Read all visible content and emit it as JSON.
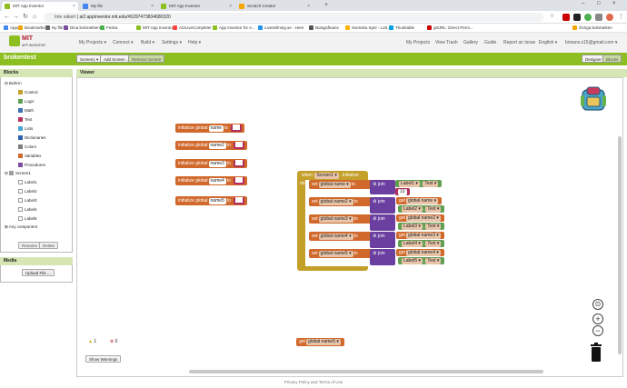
{
  "browser": {
    "tabs": [
      {
        "label": "MIT App Inventor",
        "active": true
      },
      {
        "label": "My file",
        "active": false
      },
      {
        "label": "MIT App Inventor",
        "active": false
      },
      {
        "label": "Scratch Creator",
        "active": false
      }
    ],
    "new_tab": "+",
    "url_security": "Inte säkert",
    "url": "ai2.appinventor.mit.edu/#6297473834680320",
    "bookmarks": [
      "Appar",
      "Bookmarks",
      "Ny flik",
      "Dina bokmärken -",
      "Feska",
      "MIT App Inventor 2",
      "AI2LiveComplete!",
      "App Inventor for A...",
      "Livestrilning.se - Hem",
      "Bolagsfinans",
      "Svenska Spel - Lott...",
      "Thunkable",
      "gitURL: Direct Perm...",
      "Övriga bokmärken"
    ]
  },
  "app": {
    "logo_top": "MIT",
    "logo_bottom": "APP INVENTOR",
    "menus": [
      "My Projects",
      "Connect",
      "Build",
      "Settings",
      "Help"
    ],
    "right_menus": [
      "My Projects",
      "View Trash",
      "Gallery",
      "Guide",
      "Report an Issue",
      "English",
      "brisans.s15@gmail.com"
    ],
    "project_name": "brokentest",
    "screen_btn": "Screen1 ▾",
    "add_screen": "Add Screen ...",
    "remove_screen": "Remove Screen",
    "designer": "Designer",
    "blocks_btn": "Blocks"
  },
  "blocks_panel": {
    "title": "Blocks",
    "builtin": "Built-in",
    "builtin_items": [
      {
        "label": "Control",
        "color": "#c4a02b"
      },
      {
        "label": "Logic",
        "color": "#60a053"
      },
      {
        "label": "Math",
        "color": "#3f71b5"
      },
      {
        "label": "Text",
        "color": "#b32d5e"
      },
      {
        "label": "Lists",
        "color": "#49a6d4"
      },
      {
        "label": "Dictionaries",
        "color": "#2d5faf"
      },
      {
        "label": "Colors",
        "color": "#7d7d7d"
      },
      {
        "label": "Variables",
        "color": "#d0692b"
      },
      {
        "label": "Procedures",
        "color": "#7b4ca0"
      }
    ],
    "screen": "Screen1",
    "screen_items": [
      "Label1",
      "Label2",
      "Label3",
      "Label4",
      "Label5"
    ],
    "any_component": "Any component",
    "rename": "Rename",
    "delete": "Delete"
  },
  "media": {
    "title": "Media",
    "upload": "Upload File ..."
  },
  "viewer": {
    "title": "Viewer",
    "init_prefix": "initialize global",
    "to": "to",
    "globals": [
      "name",
      "name2",
      "name3",
      "name4",
      "name5"
    ],
    "when": "when",
    "screen": "Screen1 ▾",
    "initialize": ".Initialize",
    "do": "do",
    "set": "set",
    "set_vars": [
      "global name ▾",
      "global name2 ▾",
      "global name3 ▾",
      "global name4 ▾",
      "global name5 ▾"
    ],
    "join": "join",
    "label_rows": [
      [
        "Label1 ▾",
        "Text ▾"
      ],
      [
        "Label2 ▾",
        "Text ▾"
      ],
      [
        "Label3 ▾",
        "Text ▾"
      ],
      [
        "Label4 ▾",
        "Text ▾"
      ],
      [
        "Label5 ▾",
        "Text ▾"
      ]
    ],
    "string_lit": "\" \"",
    "number_lit": "10",
    "get": "get",
    "get_vars": [
      "global name ▾",
      "global name2 ▾",
      "global name3 ▾",
      "global name4 ▾"
    ],
    "loose_get": "global name5 ▾",
    "warnings_count": "1",
    "errors_count": "0",
    "show_warnings": "Show Warnings"
  },
  "footer": "Privacy Policy and Terms of Use"
}
